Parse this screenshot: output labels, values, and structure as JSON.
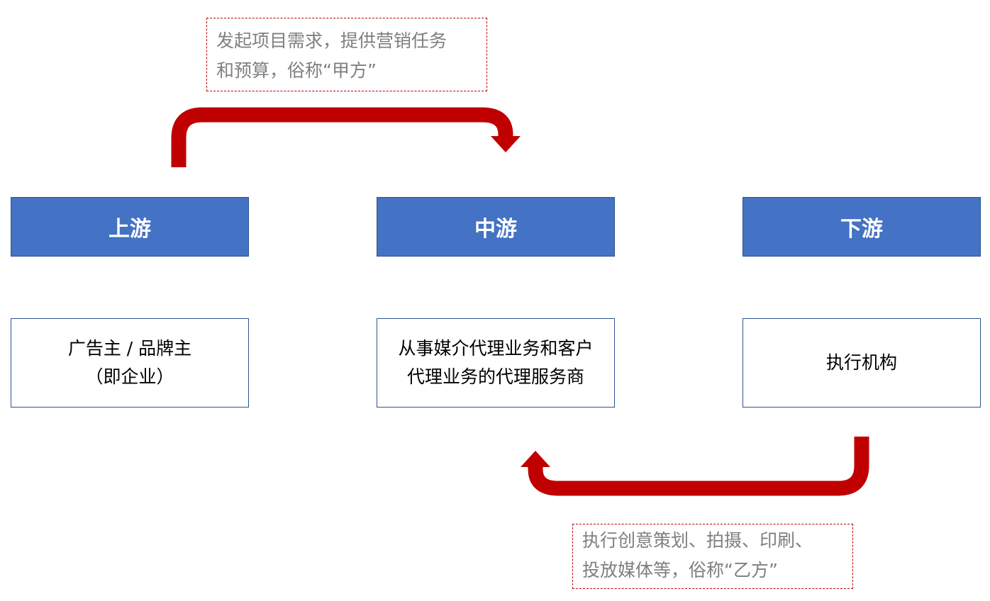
{
  "stages": [
    {
      "header": "上游",
      "desc_lines": [
        "广告主 / 品牌主",
        "（即企业）"
      ]
    },
    {
      "header": "中游",
      "desc_lines": [
        "从事媒介代理业务和客户",
        "代理业务的代理服务商"
      ]
    },
    {
      "header": "下游",
      "desc_lines": [
        "执行机构"
      ]
    }
  ],
  "notes": {
    "top": [
      "发起项目需求，提供营销任务",
      "和预算，俗称“甲方”"
    ],
    "bottom": [
      "执行创意策划、拍摄、印刷、",
      "投放媒体等，俗称“乙方”"
    ]
  },
  "colors": {
    "header_fill": "#4472c4",
    "box_border": "#2f528f",
    "arrow": "#c00000",
    "note_text": "#7f7f7f",
    "note_border": "#c00000"
  }
}
